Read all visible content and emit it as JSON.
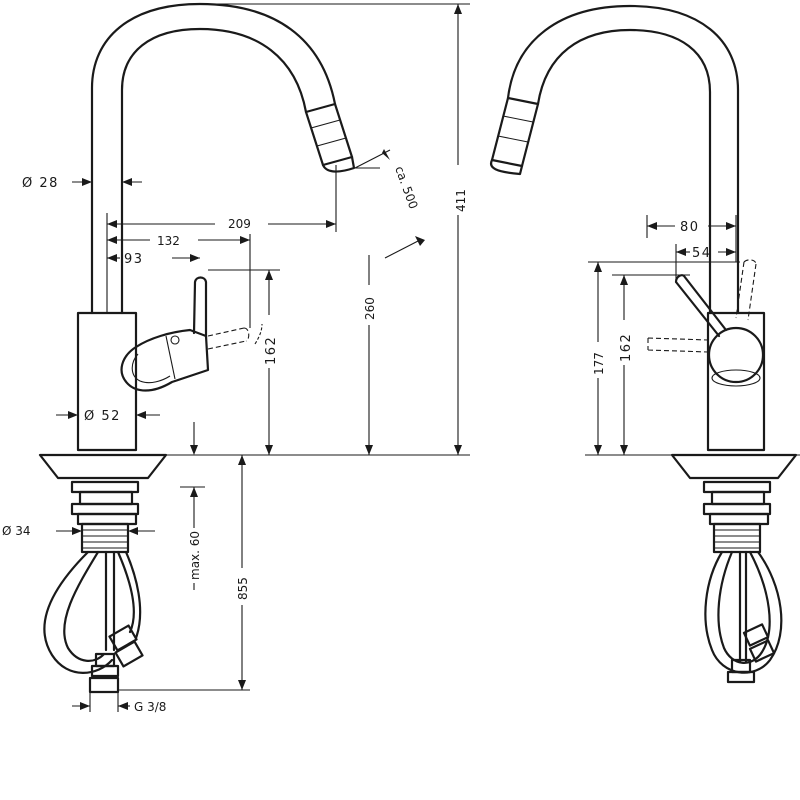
{
  "left_view": {
    "dims": {
      "spout_diameter": "Ø 28",
      "body_diameter": "Ø 52",
      "hole_diameter": "Ø 34",
      "reach_spout": "209",
      "reach_lever_tip": "132",
      "reach_lever": "93",
      "lever_height": "162",
      "aerator_height": "260",
      "total_height": "411",
      "pullout_length": "ca. 500",
      "max_thickness": "max. 60",
      "hose_length": "855",
      "connection_thread": "G 3/8"
    }
  },
  "right_view": {
    "dims": {
      "lever_clearance": "80",
      "lever_offset": "54",
      "handle_height": "177",
      "lever_height": "162"
    }
  }
}
